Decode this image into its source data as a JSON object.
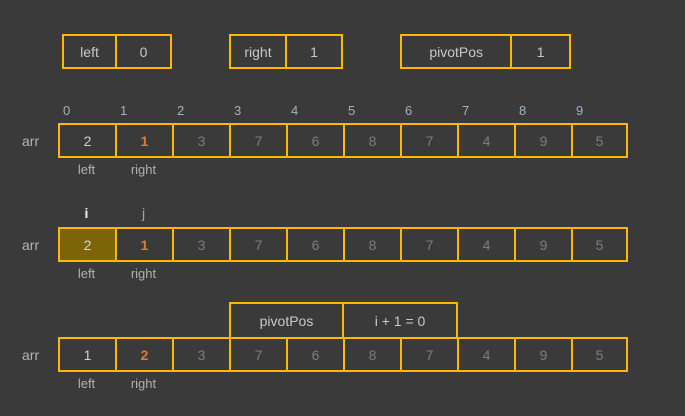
{
  "theme": {
    "background": "#3a3a3a",
    "border": "#ffb900",
    "text": "#c9c9c9",
    "dim_text": "#7d7d7d",
    "highlight_text": "#e8772e",
    "fill": "#7d6408",
    "index_text": "#9fb2c4"
  },
  "variables": [
    {
      "name": "left",
      "value": "0"
    },
    {
      "name": "right",
      "value": "1"
    },
    {
      "name": "pivotPos",
      "value": "1"
    }
  ],
  "indices": [
    "0",
    "1",
    "2",
    "3",
    "4",
    "5",
    "6",
    "7",
    "8",
    "9"
  ],
  "rows": [
    {
      "label": "arr",
      "values": [
        "2",
        "1",
        "3",
        "7",
        "6",
        "8",
        "7",
        "4",
        "9",
        "5"
      ],
      "captions": [
        {
          "index": 0,
          "text": "left"
        },
        {
          "index": 1,
          "text": "right"
        }
      ]
    },
    {
      "label": "arr",
      "values": [
        "2",
        "1",
        "3",
        "7",
        "6",
        "8",
        "7",
        "4",
        "9",
        "5"
      ],
      "pointers": [
        {
          "index": 0,
          "text": "i"
        },
        {
          "index": 1,
          "text": "j"
        }
      ],
      "captions": [
        {
          "index": 0,
          "text": "left"
        },
        {
          "index": 1,
          "text": "right"
        }
      ]
    },
    {
      "label": "arr",
      "values": [
        "1",
        "2",
        "3",
        "7",
        "6",
        "8",
        "7",
        "4",
        "9",
        "5"
      ],
      "annotation": {
        "name": "pivotPos",
        "expression": "i + 1 = 0"
      },
      "captions": [
        {
          "index": 0,
          "text": "left"
        },
        {
          "index": 1,
          "text": "right"
        }
      ]
    }
  ]
}
